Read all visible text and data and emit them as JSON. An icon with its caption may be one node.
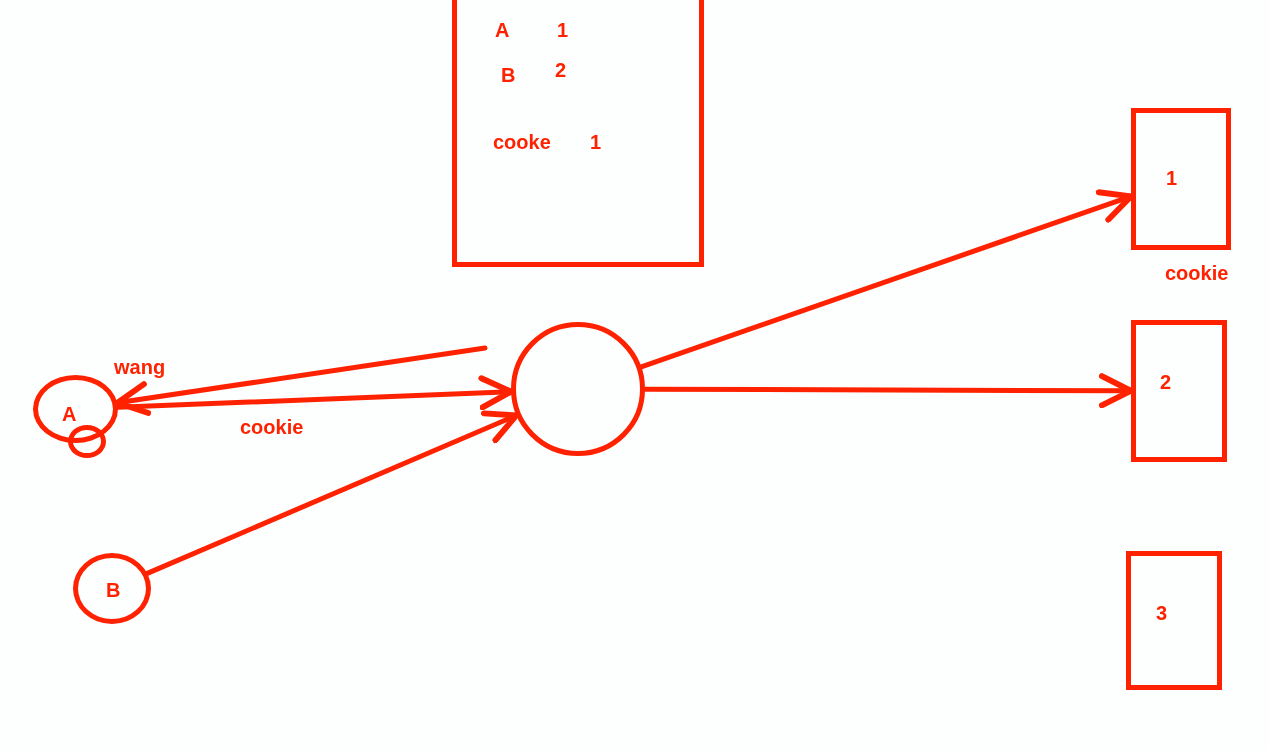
{
  "diagram": {
    "nodes": [
      {
        "text": [
          "A",
          "1",
          "B",
          "2",
          "cooke",
          "1"
        ]
      },
      {
        "text": [
          "A"
        ]
      },
      {
        "text": [],
        "shape": "circle"
      },
      {
        "text": [
          "B"
        ]
      },
      {
        "text": [],
        "shape": "circle"
      },
      {
        "text": [
          "1"
        ],
        "beside": [
          "cookie"
        ]
      },
      {
        "text": [
          "2"
        ]
      },
      {
        "text": [
          "3"
        ]
      }
    ],
    "edges": [
      {
        "from": null,
        "to": 1,
        "arrow": "to",
        "label": "wang"
      },
      {
        "from": 1,
        "to": 4,
        "arrow": "to",
        "label": "cookie"
      },
      {
        "from": 3,
        "to": 4,
        "arrow": "to"
      },
      {
        "from": 4,
        "to": 5,
        "arrow": "to"
      },
      {
        "from": 4,
        "to": 6,
        "arrow": "to"
      }
    ]
  }
}
